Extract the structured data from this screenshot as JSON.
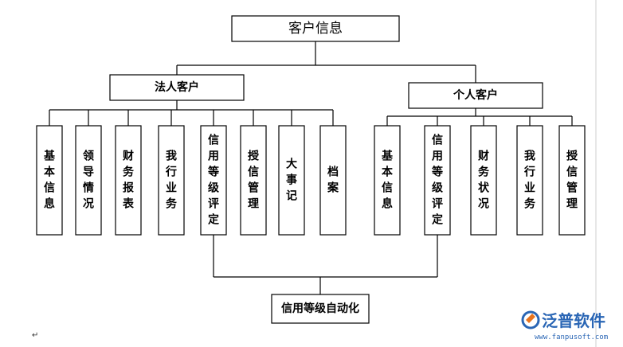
{
  "root": {
    "label": "客户信息"
  },
  "legal_customer": {
    "label": "法人客户",
    "children": [
      "基本信息",
      "领导情况",
      "财务报表",
      "我行业务",
      "信用等级评定",
      "授信管理",
      "大事记",
      "档案"
    ]
  },
  "individual_customer": {
    "label": "个人客户",
    "children": [
      "基本信息",
      "信用等级评定",
      "财务状况",
      "我行业务",
      "授信管理"
    ]
  },
  "automation": {
    "label": "信用等级自动化"
  },
  "logo": {
    "name": "泛普软件",
    "url": "www.fanpusoft.com",
    "color": "#2a66b5"
  },
  "colors": {
    "line": "#000000",
    "box_fill": "#ffffff"
  }
}
